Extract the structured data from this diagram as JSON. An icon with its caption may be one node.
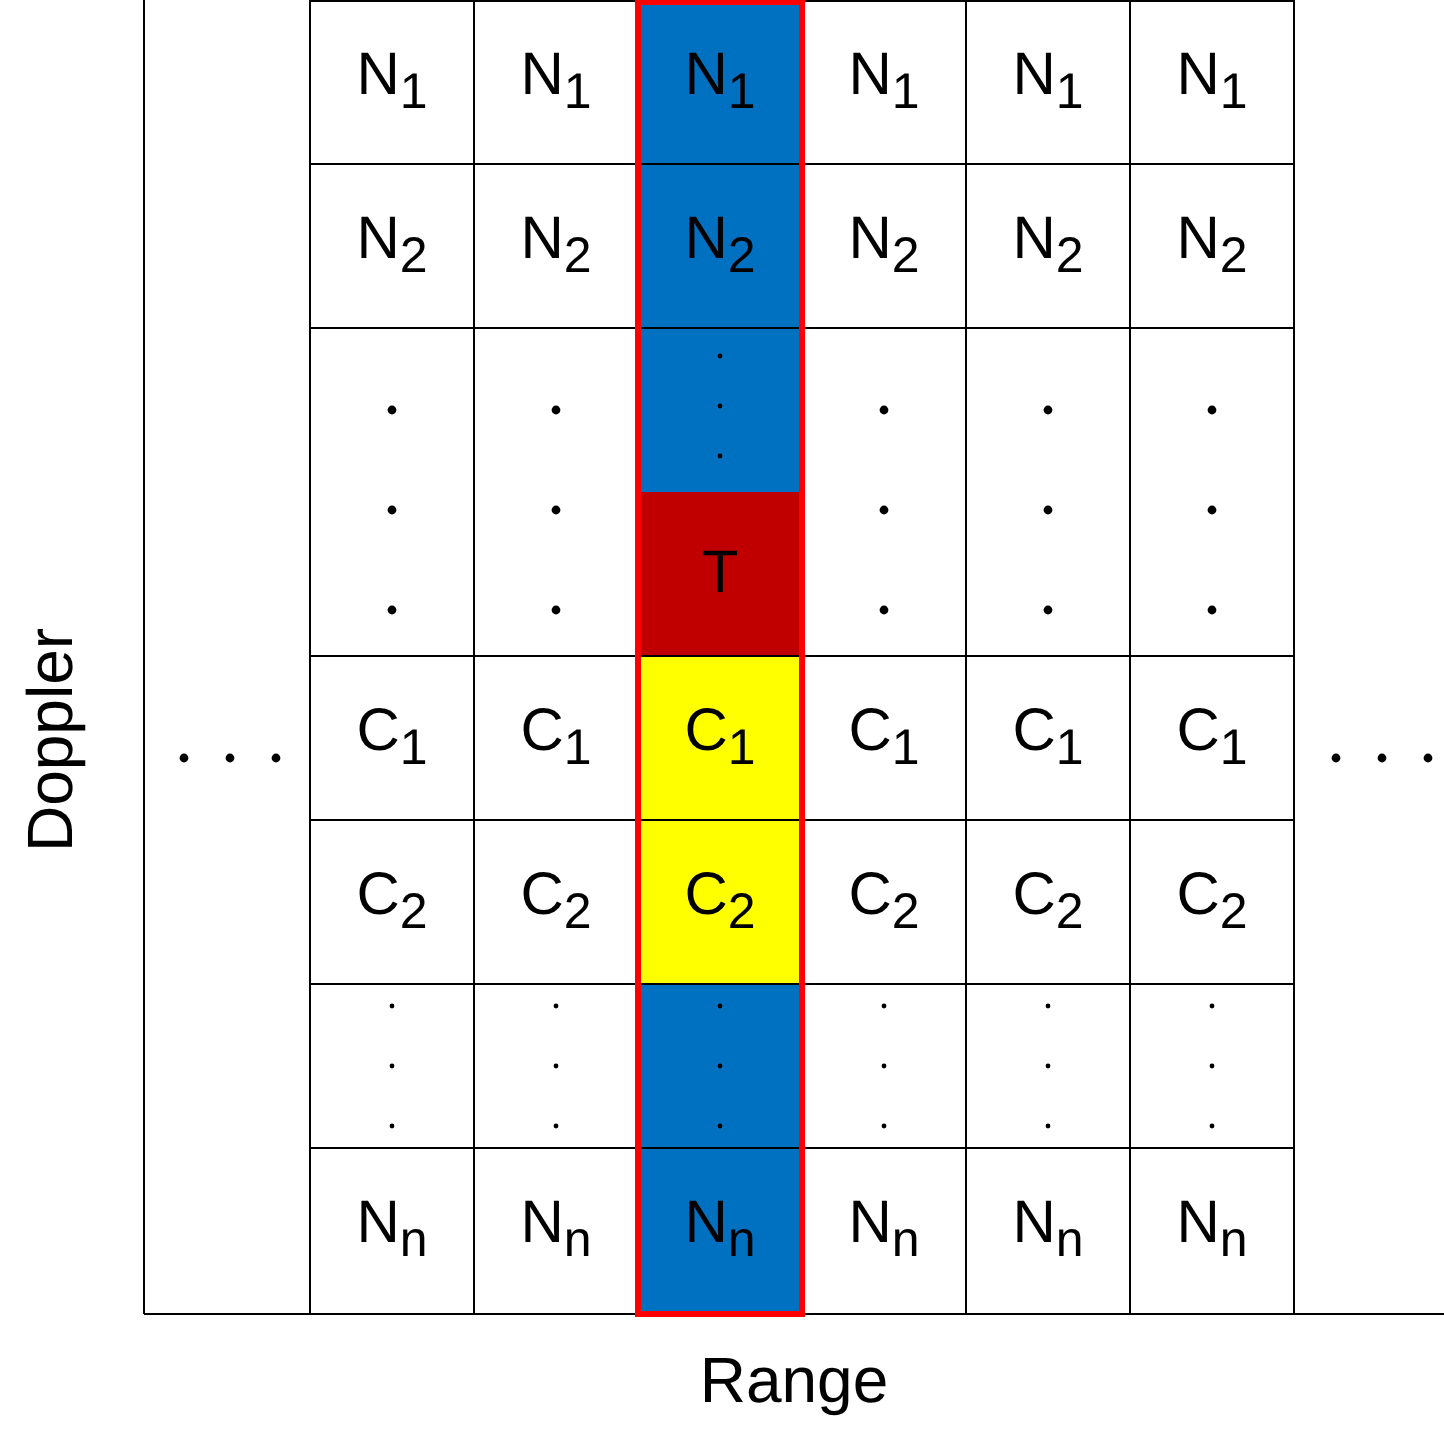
{
  "diagram": {
    "labels": [
      "N$_{1}$",
      "N$_{1}$",
      "N$_{1}$",
      "N$_{1}$",
      "N$_{1}$",
      "N$_{1}$",
      "N$_{2}$",
      "N$_{2}$",
      "N$_{2}$",
      "N$_{2}$",
      "N$_{2}$",
      "N$_{2}$",
      "T",
      "C$_{1}$",
      "C$_{1}$",
      "C$_{1}$",
      "C$_{1}$",
      "C$_{1}$",
      "C$_{1}$",
      "C$_{2}$",
      "C$_{2}$",
      "C$_{2}$",
      "C$_{2}$",
      "C$_{2}$",
      "C$_{2}$",
      "N$_{n}$",
      "N$_{n}$",
      "N$_{n}$",
      "N$_{n}$",
      "N$_{n}$",
      "N$_{n}$",
      "Doppler",
      "Range"
    ]
  }
}
